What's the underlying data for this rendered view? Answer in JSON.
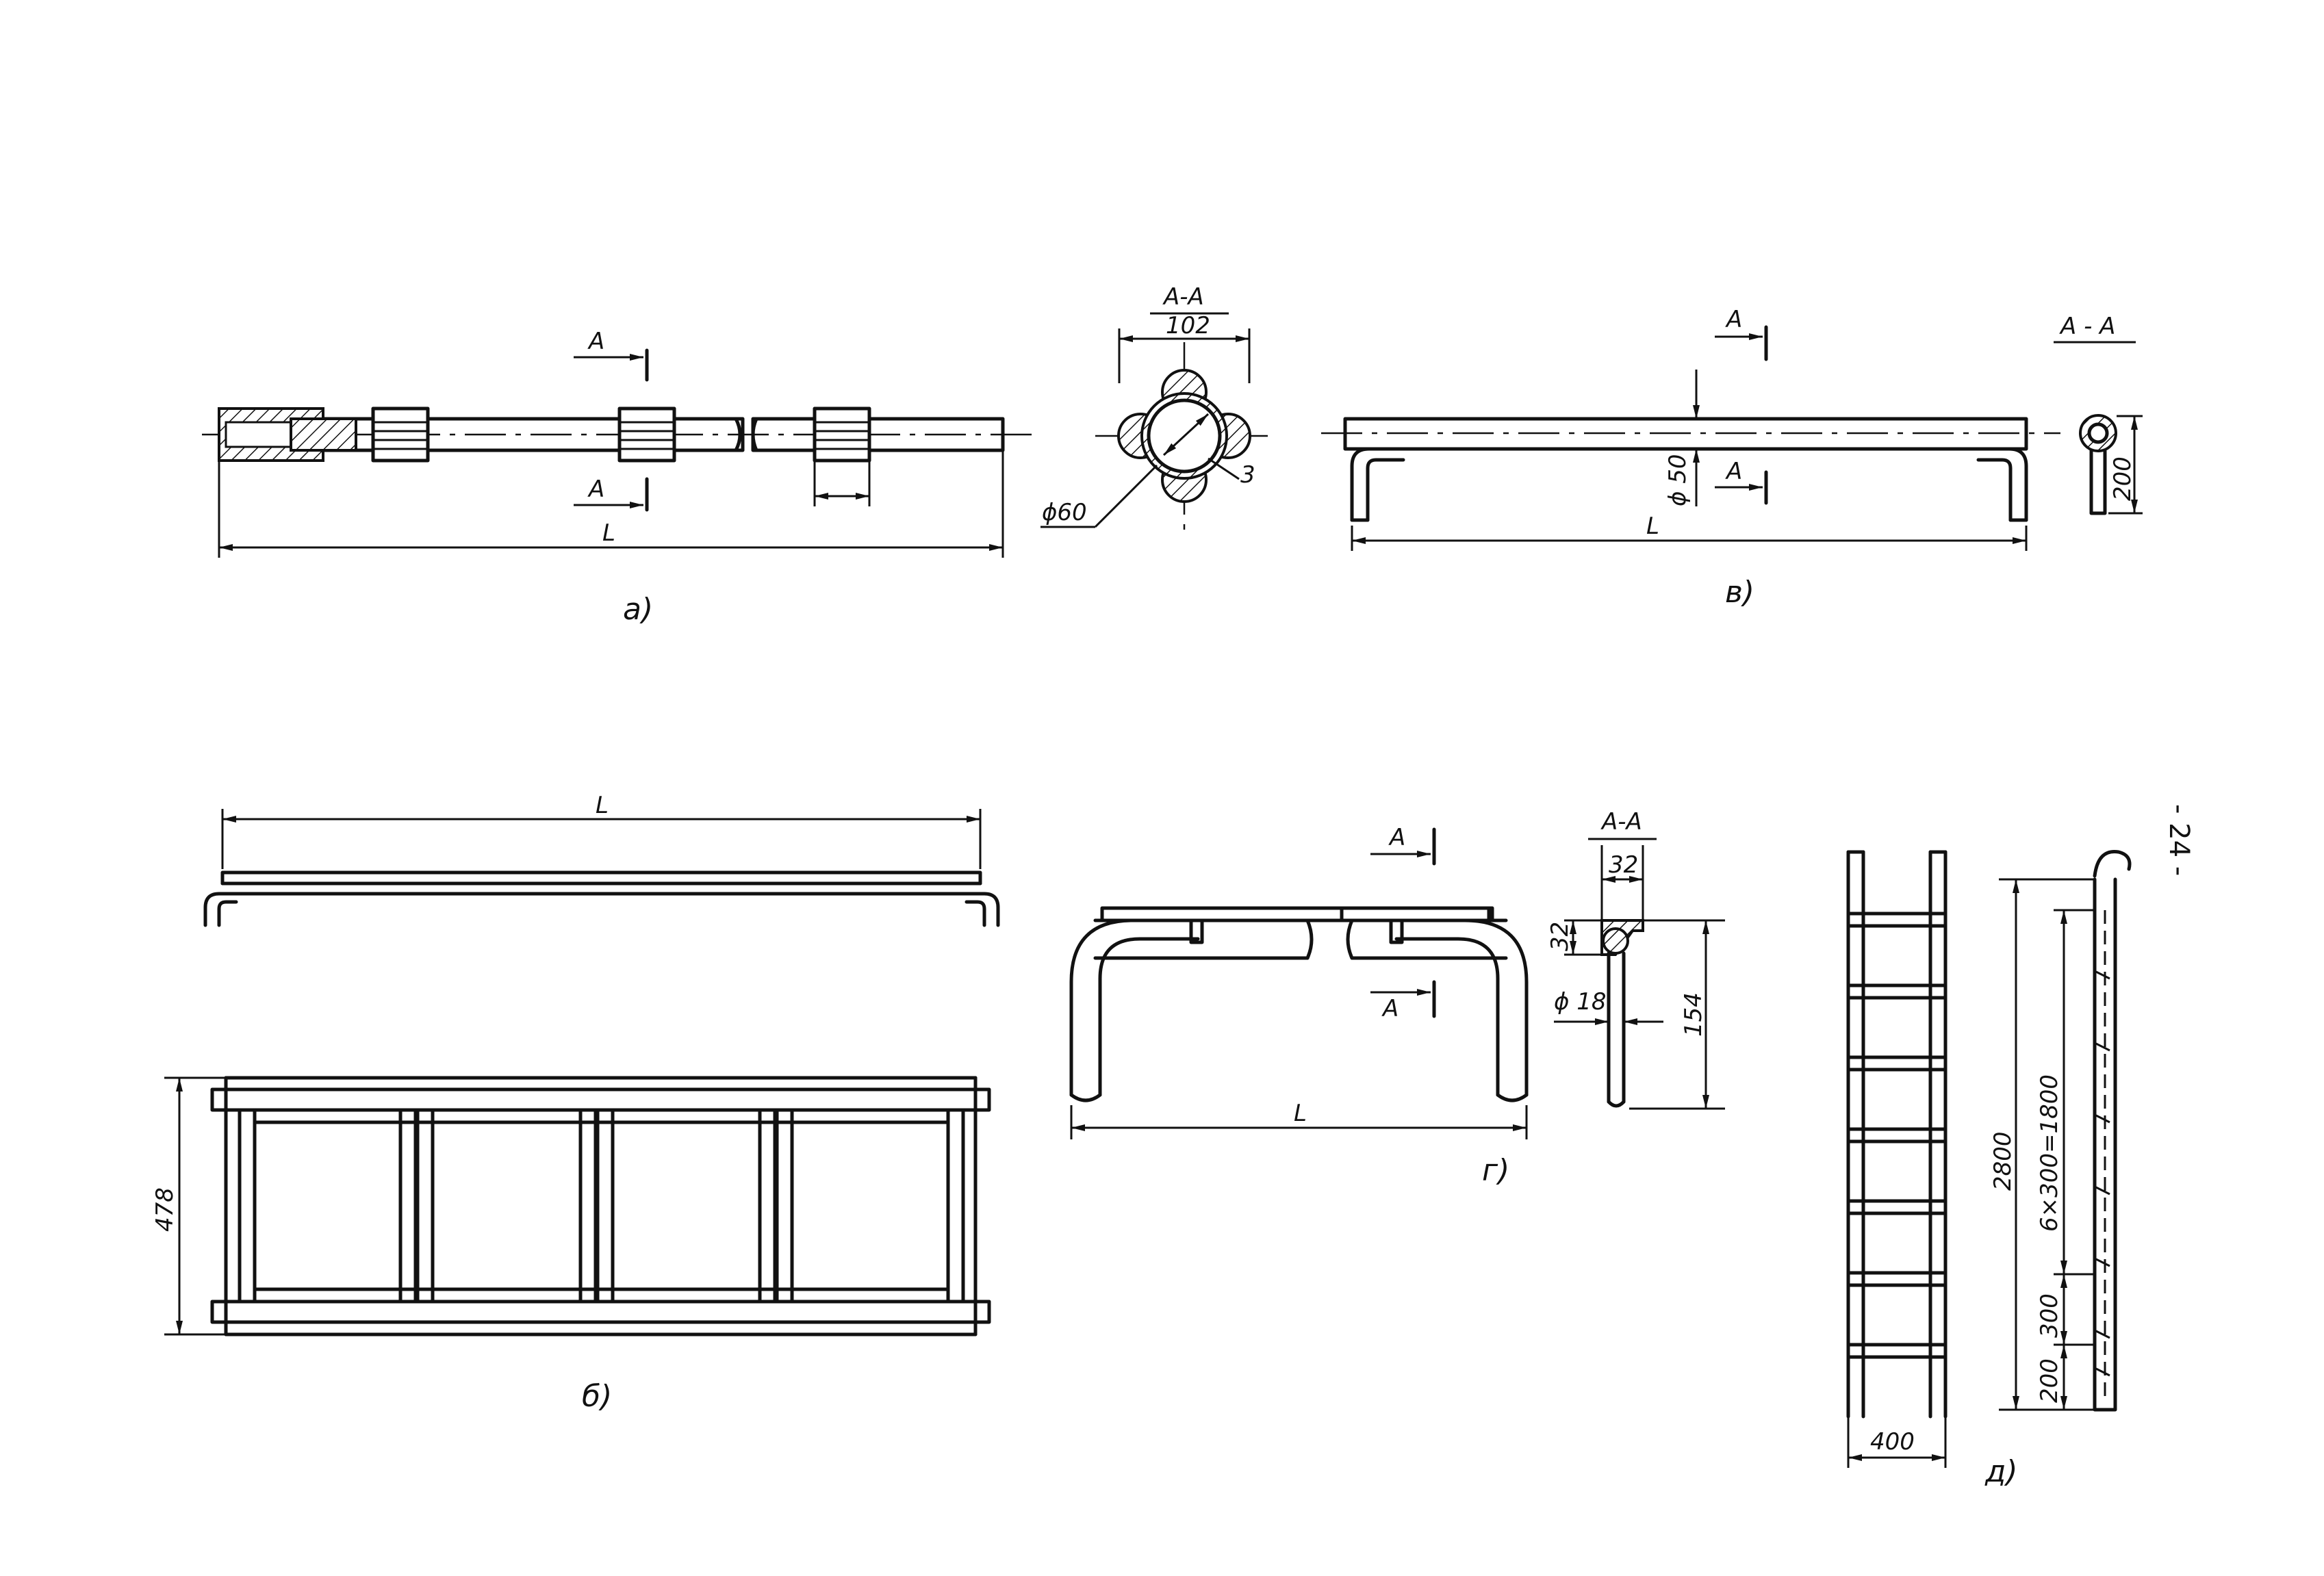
{
  "page_number": "- 24 -",
  "figures": {
    "a": {
      "caption": "а)",
      "length_label": "L",
      "section_marks": [
        "А",
        "А"
      ],
      "section": {
        "title": "А-А",
        "width": "102",
        "pipe_diameter": "ϕ60",
        "wall": "3"
      }
    },
    "b": {
      "caption": "б)",
      "length_label": "L",
      "height_label": "478"
    },
    "v": {
      "caption": "в)",
      "length_label": "L",
      "section_marks": [
        "А",
        "А"
      ],
      "diameter": "ϕ 50",
      "section": {
        "title": "А - А",
        "height": "200"
      }
    },
    "g": {
      "caption": "г)",
      "length_label": "L",
      "section_marks": [
        "А",
        "А"
      ],
      "section": {
        "title": "А-А",
        "width": "32",
        "offset": "32",
        "rod_diameter": "ϕ 18",
        "height": "154"
      }
    },
    "d": {
      "caption": "д)",
      "width_label": "400",
      "total_height": "2800",
      "step_run": "6×300=1800",
      "step": "300",
      "bottom": "200"
    }
  }
}
